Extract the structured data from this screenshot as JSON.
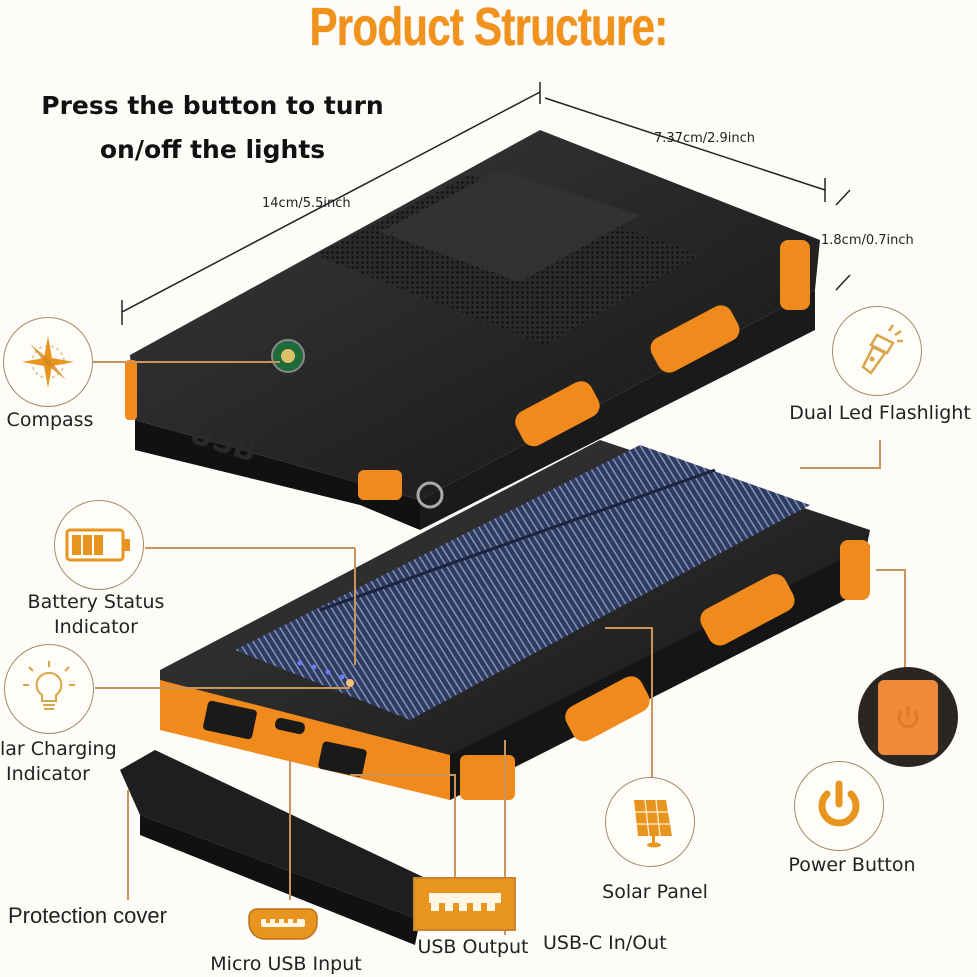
{
  "title": "Product Structure:",
  "subtitle_line1": "Press the button to turn",
  "subtitle_line2": "on/off the lights",
  "dimensions": {
    "length": "14cm/5.5inch",
    "width": "7.37cm/2.9inch",
    "thickness": "1.8cm/0.7inch"
  },
  "device": {
    "embossed_text": "USB",
    "accent_color": "#f08a1c",
    "body_color": "#1c1c1c",
    "solar_color": "#2c3a5c",
    "led_indicator_count": 4
  },
  "callouts": [
    {
      "id": "compass",
      "label": "Compass",
      "icon": "compass-icon"
    },
    {
      "id": "flashlight",
      "label": "Dual Led Flashlight",
      "icon": "flashlight-icon"
    },
    {
      "id": "battery",
      "label_line1": "Battery Status",
      "label_line2": "Indicator",
      "icon": "battery-icon"
    },
    {
      "id": "solar-charging",
      "label_line1": "lar Charging",
      "label_line2": "Indicator",
      "icon": "lightbulb-icon"
    },
    {
      "id": "power",
      "label": "Power Button",
      "icon": "power-icon"
    },
    {
      "id": "solar-panel",
      "label": "Solar Panel",
      "icon": "solar-panel-icon"
    },
    {
      "id": "protection-cover",
      "label": "Protection cover"
    },
    {
      "id": "micro-usb",
      "label": "Micro USB Input",
      "icon": "micro-usb-icon"
    },
    {
      "id": "usb-output",
      "label": "USB Output",
      "icon": "usb-port-icon"
    },
    {
      "id": "usb-c",
      "label": "USB-C In/Out"
    }
  ],
  "colors": {
    "title": "#f0921b",
    "icon_orange": "#e8951f",
    "leader_line": "#c9955a"
  }
}
